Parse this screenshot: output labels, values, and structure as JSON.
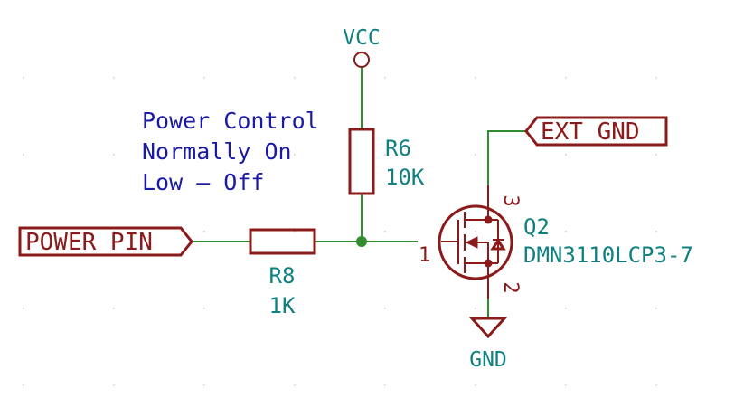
{
  "comment": {
    "line1": "Power Control",
    "line2": "Normally On",
    "line3": "Low – Off"
  },
  "power": {
    "vcc": "VCC",
    "gnd": "GND"
  },
  "labels": {
    "power_pin": "POWER_PIN",
    "ext_gnd": "EXT_GND"
  },
  "r6": {
    "ref": "R6",
    "value": "10K"
  },
  "r8": {
    "ref": "R8",
    "value": "1K"
  },
  "q2": {
    "ref": "Q2",
    "value": "DMN3110LCP3-7",
    "pin_gate": "1",
    "pin_source": "2",
    "pin_drain": "3"
  },
  "colors": {
    "wire": "#2f8f2f",
    "component": "#8b1a1a",
    "reference_text": "#0f8080",
    "comment_text": "#1a1aa6"
  }
}
